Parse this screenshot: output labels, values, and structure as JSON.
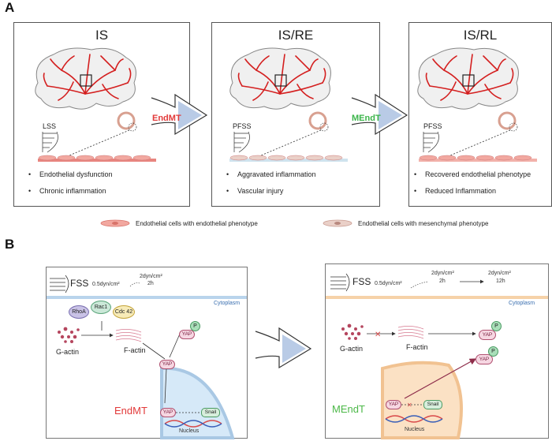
{
  "panel_a": {
    "letter": "A",
    "stages": [
      {
        "title": "IS",
        "flow": "LSS",
        "bullets": [
          "Endothelial dysfunction",
          "Chronic inflammation"
        ]
      },
      {
        "title": "IS/RE",
        "flow": "PFSS",
        "bullets": [
          "Aggravated inflammation",
          "Vascular injury"
        ]
      },
      {
        "title": "IS/RL",
        "flow": "PFSS",
        "bullets": [
          "Recovered endothelial phenotype",
          "Reduced Inflammation"
        ]
      }
    ],
    "transitions": [
      {
        "label": "EndMT",
        "color": "#e23a3a"
      },
      {
        "label": "MEndT",
        "color": "#3bb54a"
      }
    ],
    "legend": [
      {
        "label": "Endothelial cells with endothelial phenotype",
        "color": "#e8857f"
      },
      {
        "label": "Endothelial cells with mesenchymal phenotype",
        "color": "#d9a9a0"
      }
    ]
  },
  "panel_b": {
    "letter": "B",
    "left": {
      "fss": "FSS",
      "shear_start": "0.5dyn/cm²",
      "shear_step": "2dyn/cm²",
      "shear_step_time": "2h",
      "cytoplasm": "Cytoplasm",
      "gtpases": [
        "RhoA",
        "Rac1",
        "Cdc 42"
      ],
      "g_actin": "G-actin",
      "f_actin": "F-actin",
      "yap": "YAP",
      "p": "P",
      "snail": "Snail",
      "nucleus": "Nucleus",
      "process": "EndMT",
      "process_color": "#e23a3a"
    },
    "right": {
      "fss": "FSS",
      "shear_start": "0.5dyn/cm²",
      "shear_step1": "2dyn/cm²",
      "shear_step1_time": "2h",
      "shear_step2": "2dyn/cm²",
      "shear_step2_time": "12h",
      "cytoplasm": "Cytoplasm",
      "g_actin": "G-actin",
      "f_actin": "F-actin",
      "yap": "YAP",
      "p": "P",
      "snail": "Snail",
      "nucleus": "Nucleus",
      "process": "MEndT",
      "process_color": "#4cb848"
    },
    "colors": {
      "membrane_left": "#b9d4ec",
      "membrane_right": "#f6d2a8",
      "nucleus_left": "#d6e9f8",
      "nucleus_right": "#fbe1c4",
      "dna_red": "#d94a4a",
      "dna_blue": "#3a5fb8"
    }
  }
}
